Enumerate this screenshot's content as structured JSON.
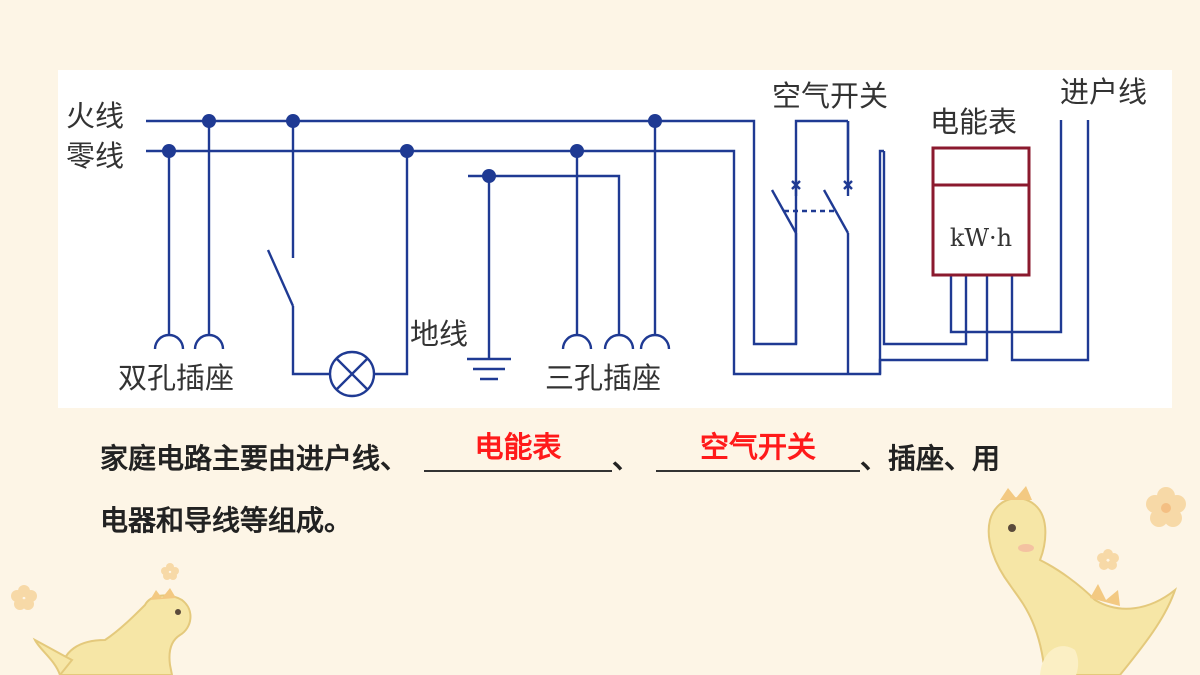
{
  "diagram": {
    "labels": {
      "live_wire": "火线",
      "neutral_wire": "零线",
      "air_switch": "空气开关",
      "energy_meter": "电能表",
      "service_line": "进户线",
      "meter_unit": "kW·h",
      "two_hole_socket": "双孔插座",
      "ground_wire": "地线",
      "three_hole_socket": "三孔插座"
    },
    "colors": {
      "wire": "#1f3a93",
      "meter_border": "#8b1a2e"
    }
  },
  "question": {
    "part1": "家庭电路主要由进户线、",
    "sep": "、",
    "part2": "、插座、用",
    "line2": "电器和导线等组成。",
    "answers": [
      "电能表",
      "空气开关"
    ],
    "answer_color": "#ff1a1a"
  },
  "decorations": [
    "dinosaur-illustration",
    "flower-illustration"
  ]
}
